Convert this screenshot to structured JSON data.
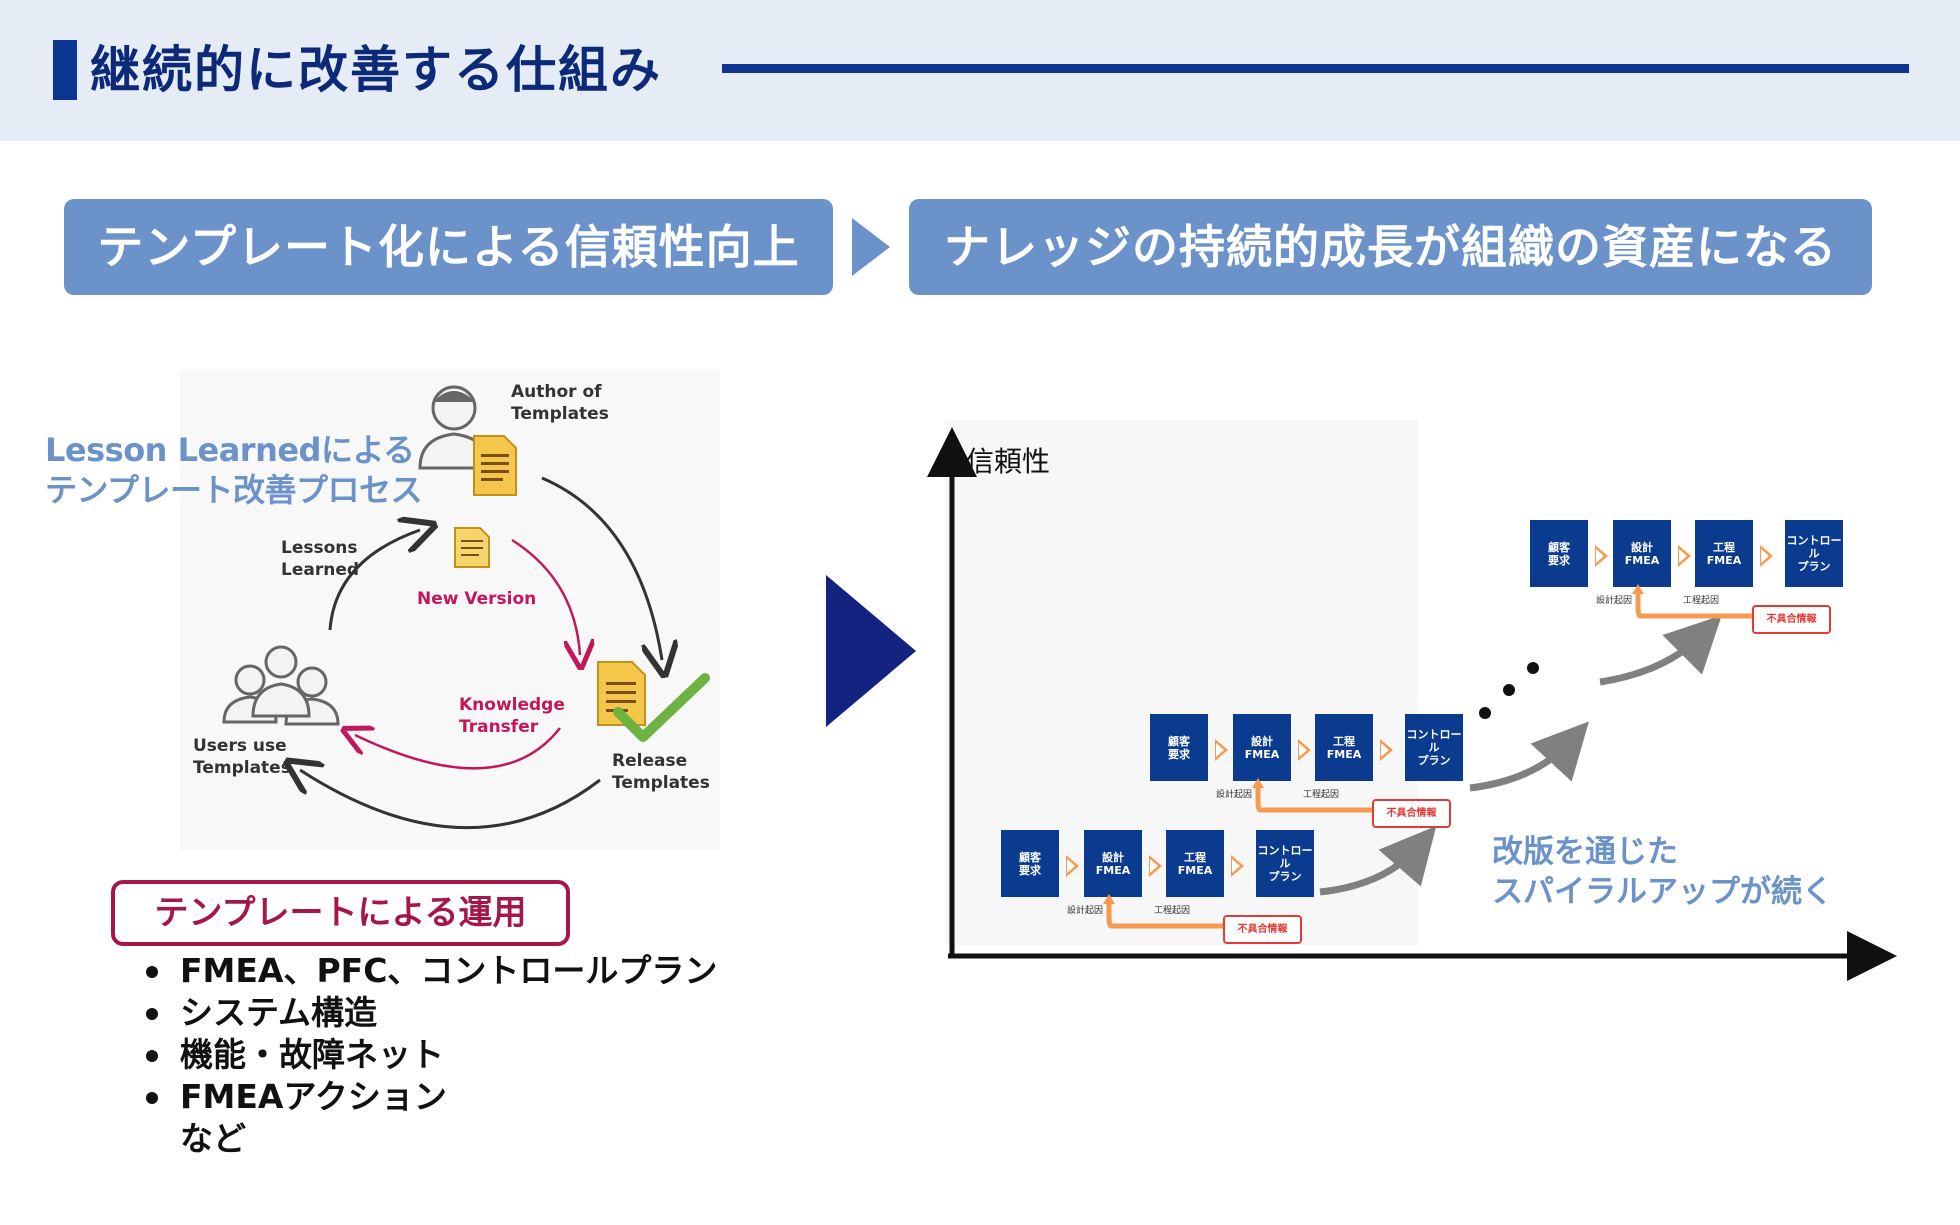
{
  "header": {
    "title": "継続的に改善する仕組み"
  },
  "banners": {
    "left": "テンプレート化による信頼性向上",
    "right": "ナレッジの持続的成長が組織の資産になる"
  },
  "lesson_caption": {
    "line1": "Lesson Learnedによる",
    "line2": "テンプレート改善プロセス"
  },
  "cycle": {
    "author": [
      "Author of",
      "Templates"
    ],
    "lessons": [
      "Lessons",
      "Learned"
    ],
    "new_version": "New Version",
    "knowledge": [
      "Knowledge",
      "Transfer"
    ],
    "users": [
      "Users use",
      "Templates"
    ],
    "release": [
      "Release",
      "Templates"
    ]
  },
  "operations": {
    "title": "テンプレートによる運用",
    "items": [
      "FMEA、PFC、コントロールプラン",
      "システム構造",
      "機能・故障ネット",
      "FMEAアクション"
    ],
    "tail": "など"
  },
  "growth": {
    "ylabel": "信頼性",
    "caption_line1": "改版を通じた",
    "caption_line2": "スパイラルアップが続く",
    "flow": {
      "box1": "顧客\n要求",
      "box2": "設計\nFMEA",
      "box3": "工程\nFMEA",
      "box4": "コントロール\nプラン",
      "label_design": "設計起因",
      "label_process": "工程起因",
      "defect": "不具合情報"
    }
  },
  "colors": {
    "title_navy": "#0d3592",
    "banner_blue": "#6b92c9",
    "arrow_navy": "#14237f",
    "ops_crimson": "#a5174a",
    "flow_box": "#0a3b8f",
    "flow_orange": "#f59a4f",
    "defect_red": "#e53935"
  }
}
